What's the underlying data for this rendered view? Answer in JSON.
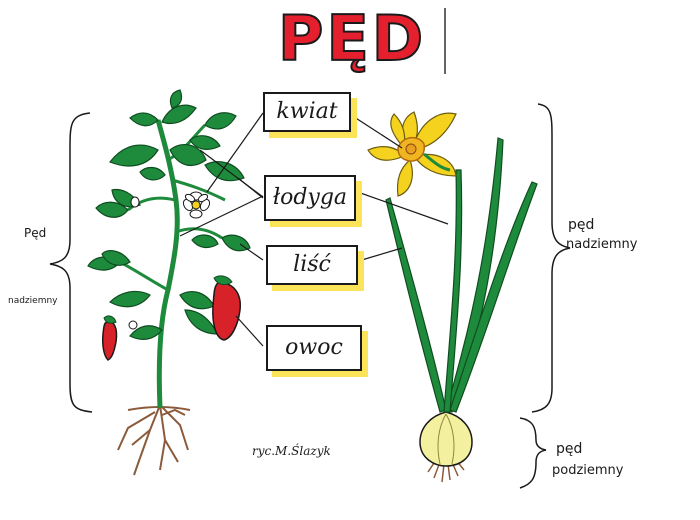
{
  "title": "PĘD",
  "labels": {
    "kwiat": "kwiat",
    "lodyga": "łodyga",
    "lisc": "liść",
    "owoc": "owoc"
  },
  "left_note": {
    "line1": "Pęd",
    "line2": "nadziemny"
  },
  "right_note_top": {
    "line1": "pęd",
    "line2": "nadziemny"
  },
  "right_note_bottom": {
    "line1": "pęd",
    "line2": "podziemny"
  },
  "author": "ryс.M.Ślazyk",
  "colors": {
    "title": "#e4202f",
    "leaf": "#1e8b3c",
    "flower": "#f5d21e",
    "fruit": "#d8222a",
    "highlight": "#fbe45a",
    "bulb": "#f3f0a0",
    "root": "#8a5a3b"
  }
}
